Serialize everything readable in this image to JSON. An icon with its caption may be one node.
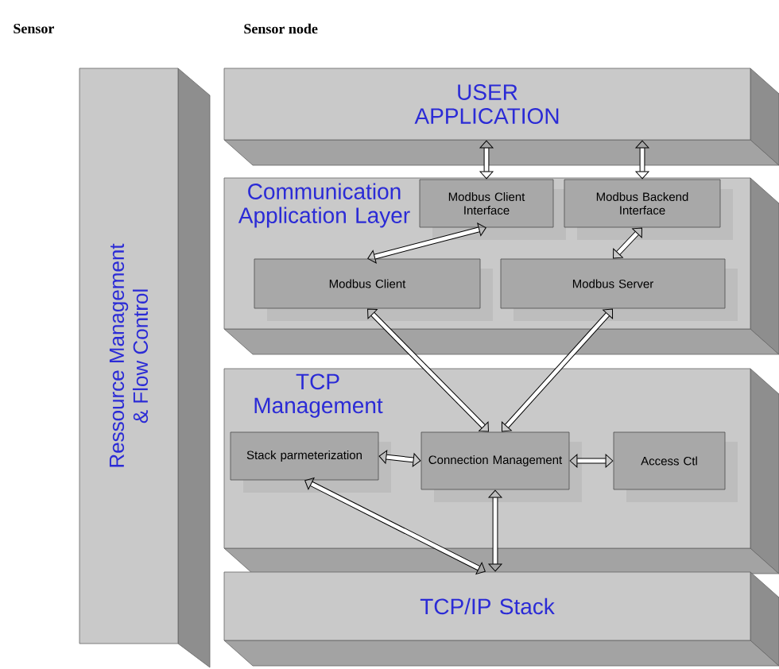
{
  "diagram": {
    "nodes": [
      {
        "text": [
          "Ressource Management & Flow Control"
        ]
      },
      {
        "text": [
          "USER APPLICATION"
        ]
      },
      {
        "text": [
          "Communication Application Layer"
        ]
      },
      {
        "text": [
          "Modbus Client Interface"
        ],
        "in": 2
      },
      {
        "text": [
          "Modbus Backend Interface"
        ],
        "in": 2
      },
      {
        "text": [
          "Modbus Client"
        ],
        "in": 2
      },
      {
        "text": [
          "Modbus Server"
        ],
        "in": 2
      },
      {
        "text": [
          "TCP Management"
        ]
      },
      {
        "text": [
          "Stack parmeterization"
        ],
        "in": 7
      },
      {
        "text": [
          "Connection Management"
        ],
        "in": 7
      },
      {
        "text": [
          "Access Ctl"
        ],
        "in": 7
      },
      {
        "text": [
          "TCP/IP Stack"
        ]
      }
    ],
    "edges": [
      {
        "from": 1,
        "to": 3,
        "arrow": "both"
      },
      {
        "from": 1,
        "to": 4,
        "arrow": "both"
      },
      {
        "from": 3,
        "to": 5,
        "arrow": "both"
      },
      {
        "from": 4,
        "to": 6,
        "arrow": "both"
      },
      {
        "from": 5,
        "to": 9,
        "arrow": "both"
      },
      {
        "from": 6,
        "to": 9,
        "arrow": "both"
      },
      {
        "from": 8,
        "to": 9,
        "arrow": "both"
      },
      {
        "from": 9,
        "to": 10,
        "arrow": "both"
      },
      {
        "from": 9,
        "to": 11,
        "arrow": "both"
      },
      {
        "from": 8,
        "to": 11,
        "arrow": "both"
      }
    ],
    "labels": [
      "Sensor",
      "Sensor node"
    ]
  }
}
